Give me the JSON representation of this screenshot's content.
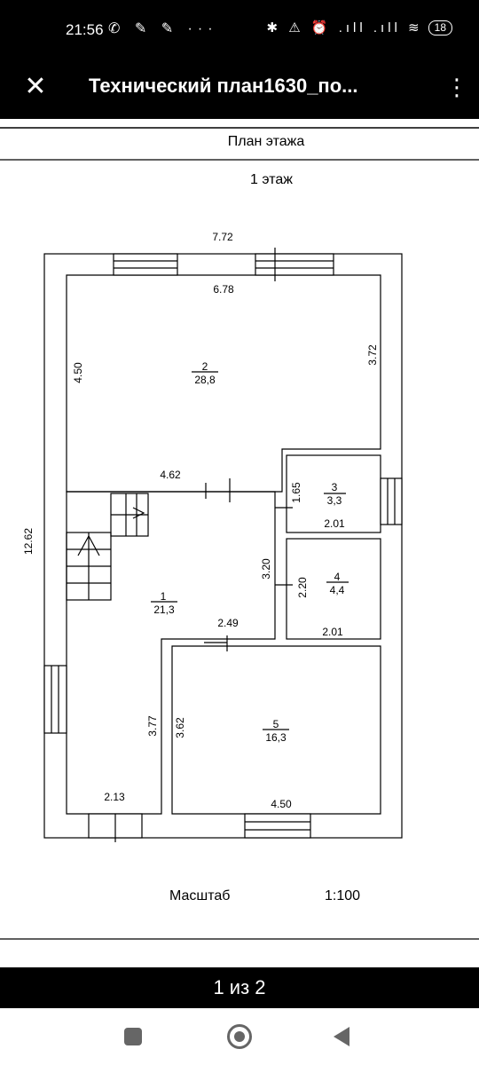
{
  "status": {
    "time": "21:56",
    "left_icons": "✆ ✎ ✎ ···",
    "right_icons": "✱ ⚠ ⏰ .ıll .ıll ≋",
    "battery": "18"
  },
  "app": {
    "title": "Технический план1630_по...",
    "close_icon": "✕",
    "menu_icon": "⋮"
  },
  "plan": {
    "heading": "План  этажа",
    "floor": "1  этаж",
    "outer_width": "7.72",
    "outer_height": "12.62",
    "rooms": [
      {
        "num": "1",
        "area": "21,3"
      },
      {
        "num": "2",
        "area": "28,8"
      },
      {
        "num": "3",
        "area": "3,3"
      },
      {
        "num": "4",
        "area": "4,4"
      },
      {
        "num": "5",
        "area": "16,3"
      }
    ],
    "dims": {
      "r2_width": "6.78",
      "r2_left": "4.50",
      "r2_right": "3.72",
      "r1_top": "4.62",
      "r3_height": "1.65",
      "r3_width": "2.01",
      "r1_right": "3.20",
      "r4_height": "2.20",
      "r4_width": "2.01",
      "r5_top": "2.49",
      "r1_lower": "3.77",
      "r5_left": "3.62",
      "r1_bottom": "2.13",
      "r5_bottom": "4.50"
    },
    "scale_label": "Масштаб",
    "scale_value": "1:100"
  },
  "pager": {
    "indicator": "1 из 2"
  }
}
